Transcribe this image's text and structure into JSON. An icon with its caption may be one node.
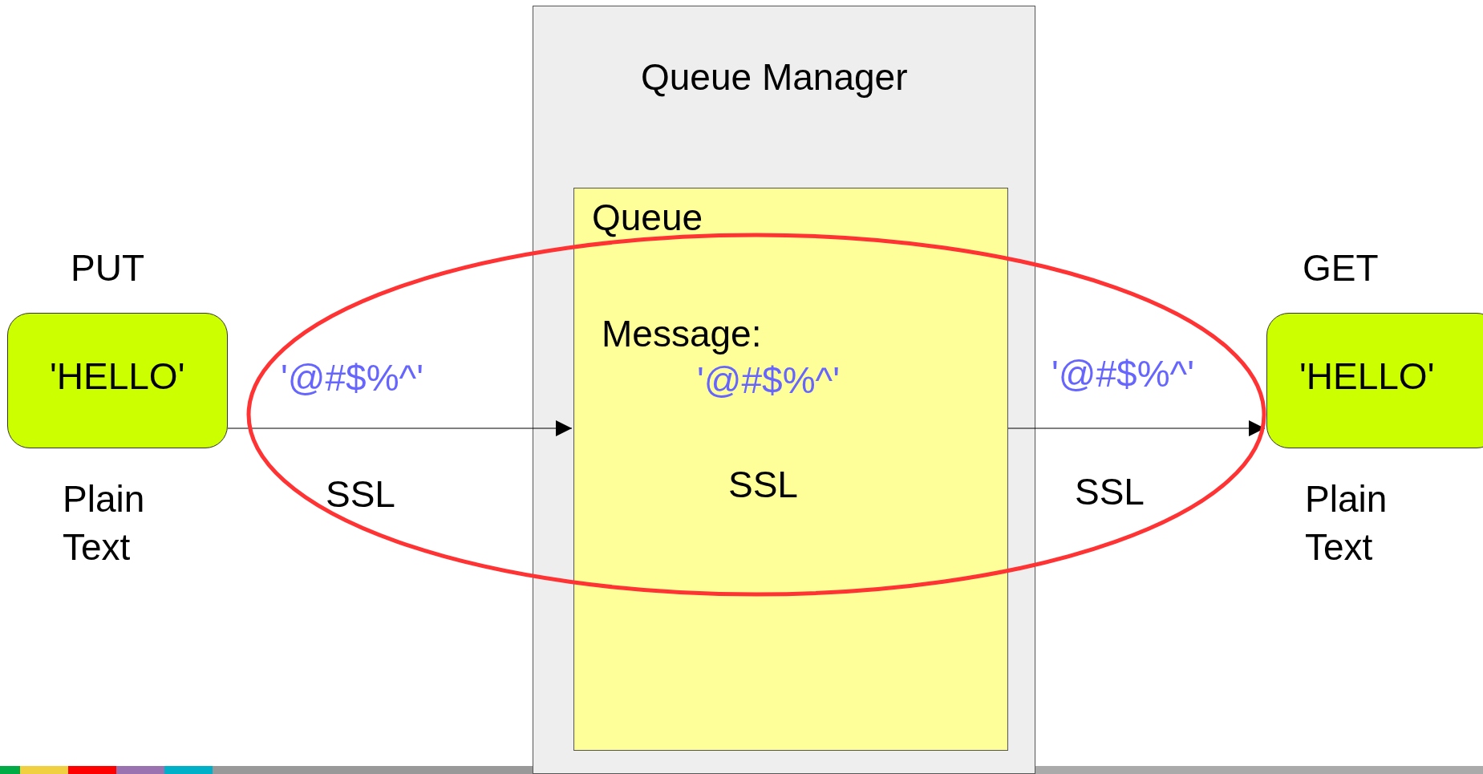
{
  "diagram": {
    "nodes": [
      {
        "text": [
          "Queue Manager"
        ]
      },
      {
        "text": [
          "Queue",
          "Message:",
          "'@#$%^'",
          "SSL"
        ],
        "in": 0
      },
      {
        "text": [
          "'HELLO'"
        ],
        "beside": [
          "PUT",
          "Plain Text"
        ]
      },
      {
        "text": [
          "'HELLO'"
        ],
        "beside": [
          "GET",
          "Plain Text"
        ]
      }
    ],
    "edges": [
      {
        "from": 2,
        "to": 1,
        "arrow": "to",
        "label": "'@#$%^'"
      },
      {
        "from": 1,
        "to": 3,
        "arrow": "to",
        "label": "'@#$%^'"
      }
    ],
    "labels": [
      "SSL",
      "SSL"
    ]
  }
}
